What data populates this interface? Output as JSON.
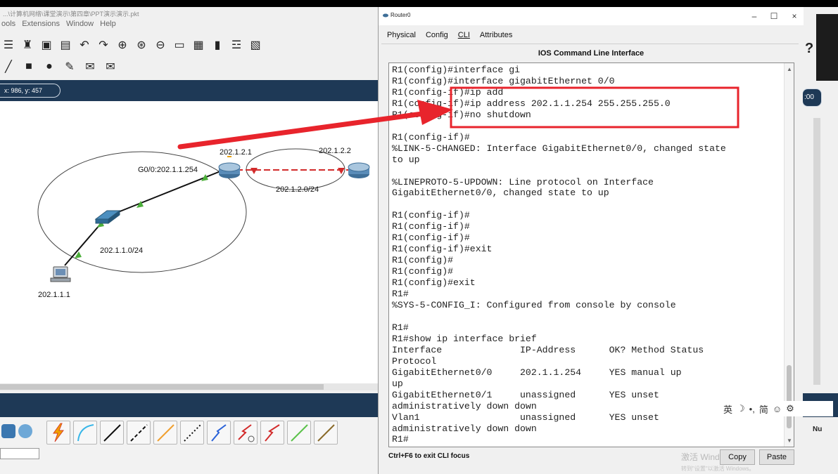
{
  "main_window": {
    "title_path": "...\\计算机网络\\课堂演示\\第四章\\PPT演示演示.pkt",
    "menu": [
      "ools",
      "Extensions",
      "Window",
      "Help"
    ],
    "coord_readout": "x: 986, y: 457",
    "right_time": ":00",
    "right_help_glyph": "?",
    "right_label": "Nu"
  },
  "topology": {
    "pc_label": "202.1.1.1",
    "lan1_label": "202.1.1.0/24",
    "router_if_label": "G0/0:202.1.1.254",
    "r1_serial_label": "202.1.2.1",
    "r2_serial_label": "202.1.2.2",
    "lan2_label": "202.1.2.0/24"
  },
  "router_window": {
    "title": "Router0",
    "controls": {
      "minimize": "–",
      "maximize": "☐",
      "close": "×"
    },
    "tabs": [
      "Physical",
      "Config",
      "CLI",
      "Attributes"
    ],
    "active_tab": "CLI",
    "cli_header": "IOS Command Line Interface",
    "terminal_lines": [
      "R1(config)#interface gi",
      "R1(config)#interface gigabitEthernet 0/0",
      "R1(config-if)#ip add",
      "R1(config-if)#ip address 202.1.1.254 255.255.255.0",
      "R1(config-if)#no shutdown",
      "",
      "R1(config-if)#",
      "%LINK-5-CHANGED: Interface GigabitEthernet0/0, changed state",
      "to up",
      "",
      "%LINEPROTO-5-UPDOWN: Line protocol on Interface",
      "GigabitEthernet0/0, changed state to up",
      "",
      "R1(config-if)#",
      "R1(config-if)#",
      "R1(config-if)#",
      "R1(config-if)#exit",
      "R1(config)#",
      "R1(config)#",
      "R1(config)#exit",
      "R1#",
      "%SYS-5-CONFIG_I: Configured from console by console",
      "",
      "R1#",
      "R1#show ip interface brief",
      "Interface              IP-Address      OK? Method Status",
      "Protocol",
      "GigabitEthernet0/0     202.1.1.254     YES manual up",
      "up",
      "GigabitEthernet0/1     unassigned      YES unset",
      "administratively down down",
      "Vlan1                  unassigned      YES unset",
      "administratively down down",
      "R1#"
    ],
    "status_hint": "Ctrl+F6 to exit CLI focus",
    "copy_label": "Copy",
    "paste_label": "Paste",
    "activation_watermark": "激活 Windows",
    "activation_sub": "转到\"设置\"以激活 Windows。"
  },
  "ime": [
    "英",
    "☽",
    "•,",
    "简",
    "☺",
    "⚙"
  ],
  "colors": {
    "annotation_red": "#e8242c",
    "navy_bar": "#1e3956",
    "link_green": "#4caf3a",
    "link_red": "#d22b2b"
  }
}
